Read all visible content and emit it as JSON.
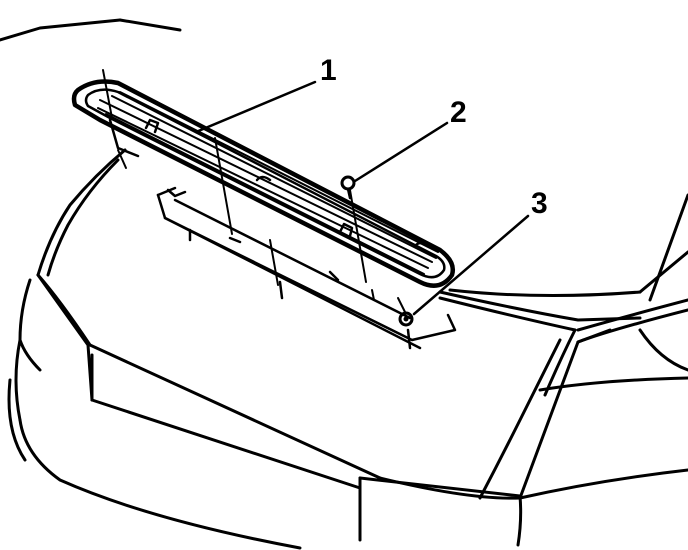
{
  "diagram": {
    "callouts": [
      {
        "label": "1",
        "part": "radiator-grille"
      },
      {
        "label": "2",
        "part": "fastening-screw"
      },
      {
        "label": "3",
        "part": "fastening-screw"
      }
    ],
    "line_color": "#000000",
    "background_color": "#ffffff"
  }
}
